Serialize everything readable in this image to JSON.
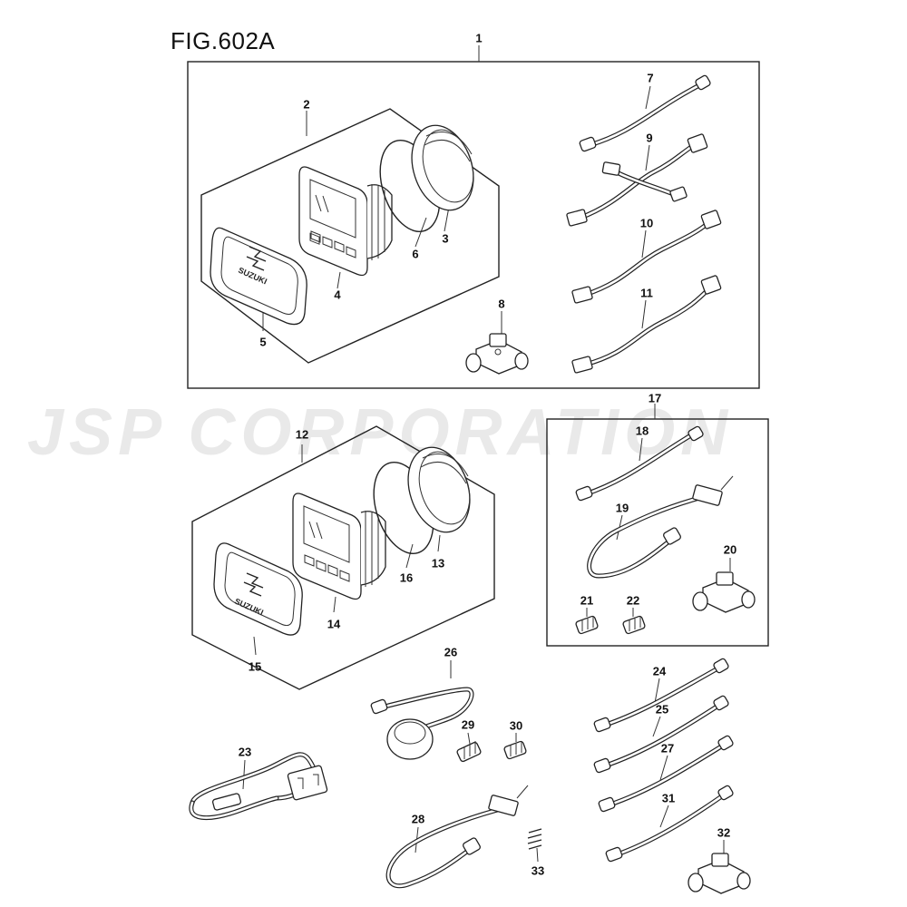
{
  "figure": {
    "title": "FIG.602A"
  },
  "watermark": {
    "text": "JSP CORPORATION"
  },
  "callouts": [
    {
      "id": "c1",
      "label": "1"
    },
    {
      "id": "c2",
      "label": "2"
    },
    {
      "id": "c3",
      "label": "3"
    },
    {
      "id": "c4",
      "label": "4"
    },
    {
      "id": "c5",
      "label": "5"
    },
    {
      "id": "c6",
      "label": "6"
    },
    {
      "id": "c7",
      "label": "7"
    },
    {
      "id": "c8",
      "label": "8"
    },
    {
      "id": "c9",
      "label": "9"
    },
    {
      "id": "c10",
      "label": "10"
    },
    {
      "id": "c11",
      "label": "11"
    },
    {
      "id": "c12",
      "label": "12"
    },
    {
      "id": "c13",
      "label": "13"
    },
    {
      "id": "c14",
      "label": "14"
    },
    {
      "id": "c15",
      "label": "15"
    },
    {
      "id": "c16",
      "label": "16"
    },
    {
      "id": "c17",
      "label": "17"
    },
    {
      "id": "c18",
      "label": "18"
    },
    {
      "id": "c19",
      "label": "19"
    },
    {
      "id": "c20",
      "label": "20"
    },
    {
      "id": "c21",
      "label": "21"
    },
    {
      "id": "c22",
      "label": "22"
    },
    {
      "id": "c23",
      "label": "23"
    },
    {
      "id": "c24",
      "label": "24"
    },
    {
      "id": "c25",
      "label": "25"
    },
    {
      "id": "c26",
      "label": "26"
    },
    {
      "id": "c27",
      "label": "27"
    },
    {
      "id": "c28",
      "label": "28"
    },
    {
      "id": "c29",
      "label": "29"
    },
    {
      "id": "c30",
      "label": "30"
    },
    {
      "id": "c31",
      "label": "31"
    },
    {
      "id": "c32",
      "label": "32"
    },
    {
      "id": "c33",
      "label": "33"
    }
  ],
  "badges": {
    "brand": "SUZUKI"
  },
  "colors": {
    "line": "#222222",
    "watermark": "#e9e9e9",
    "background": "#ffffff"
  }
}
